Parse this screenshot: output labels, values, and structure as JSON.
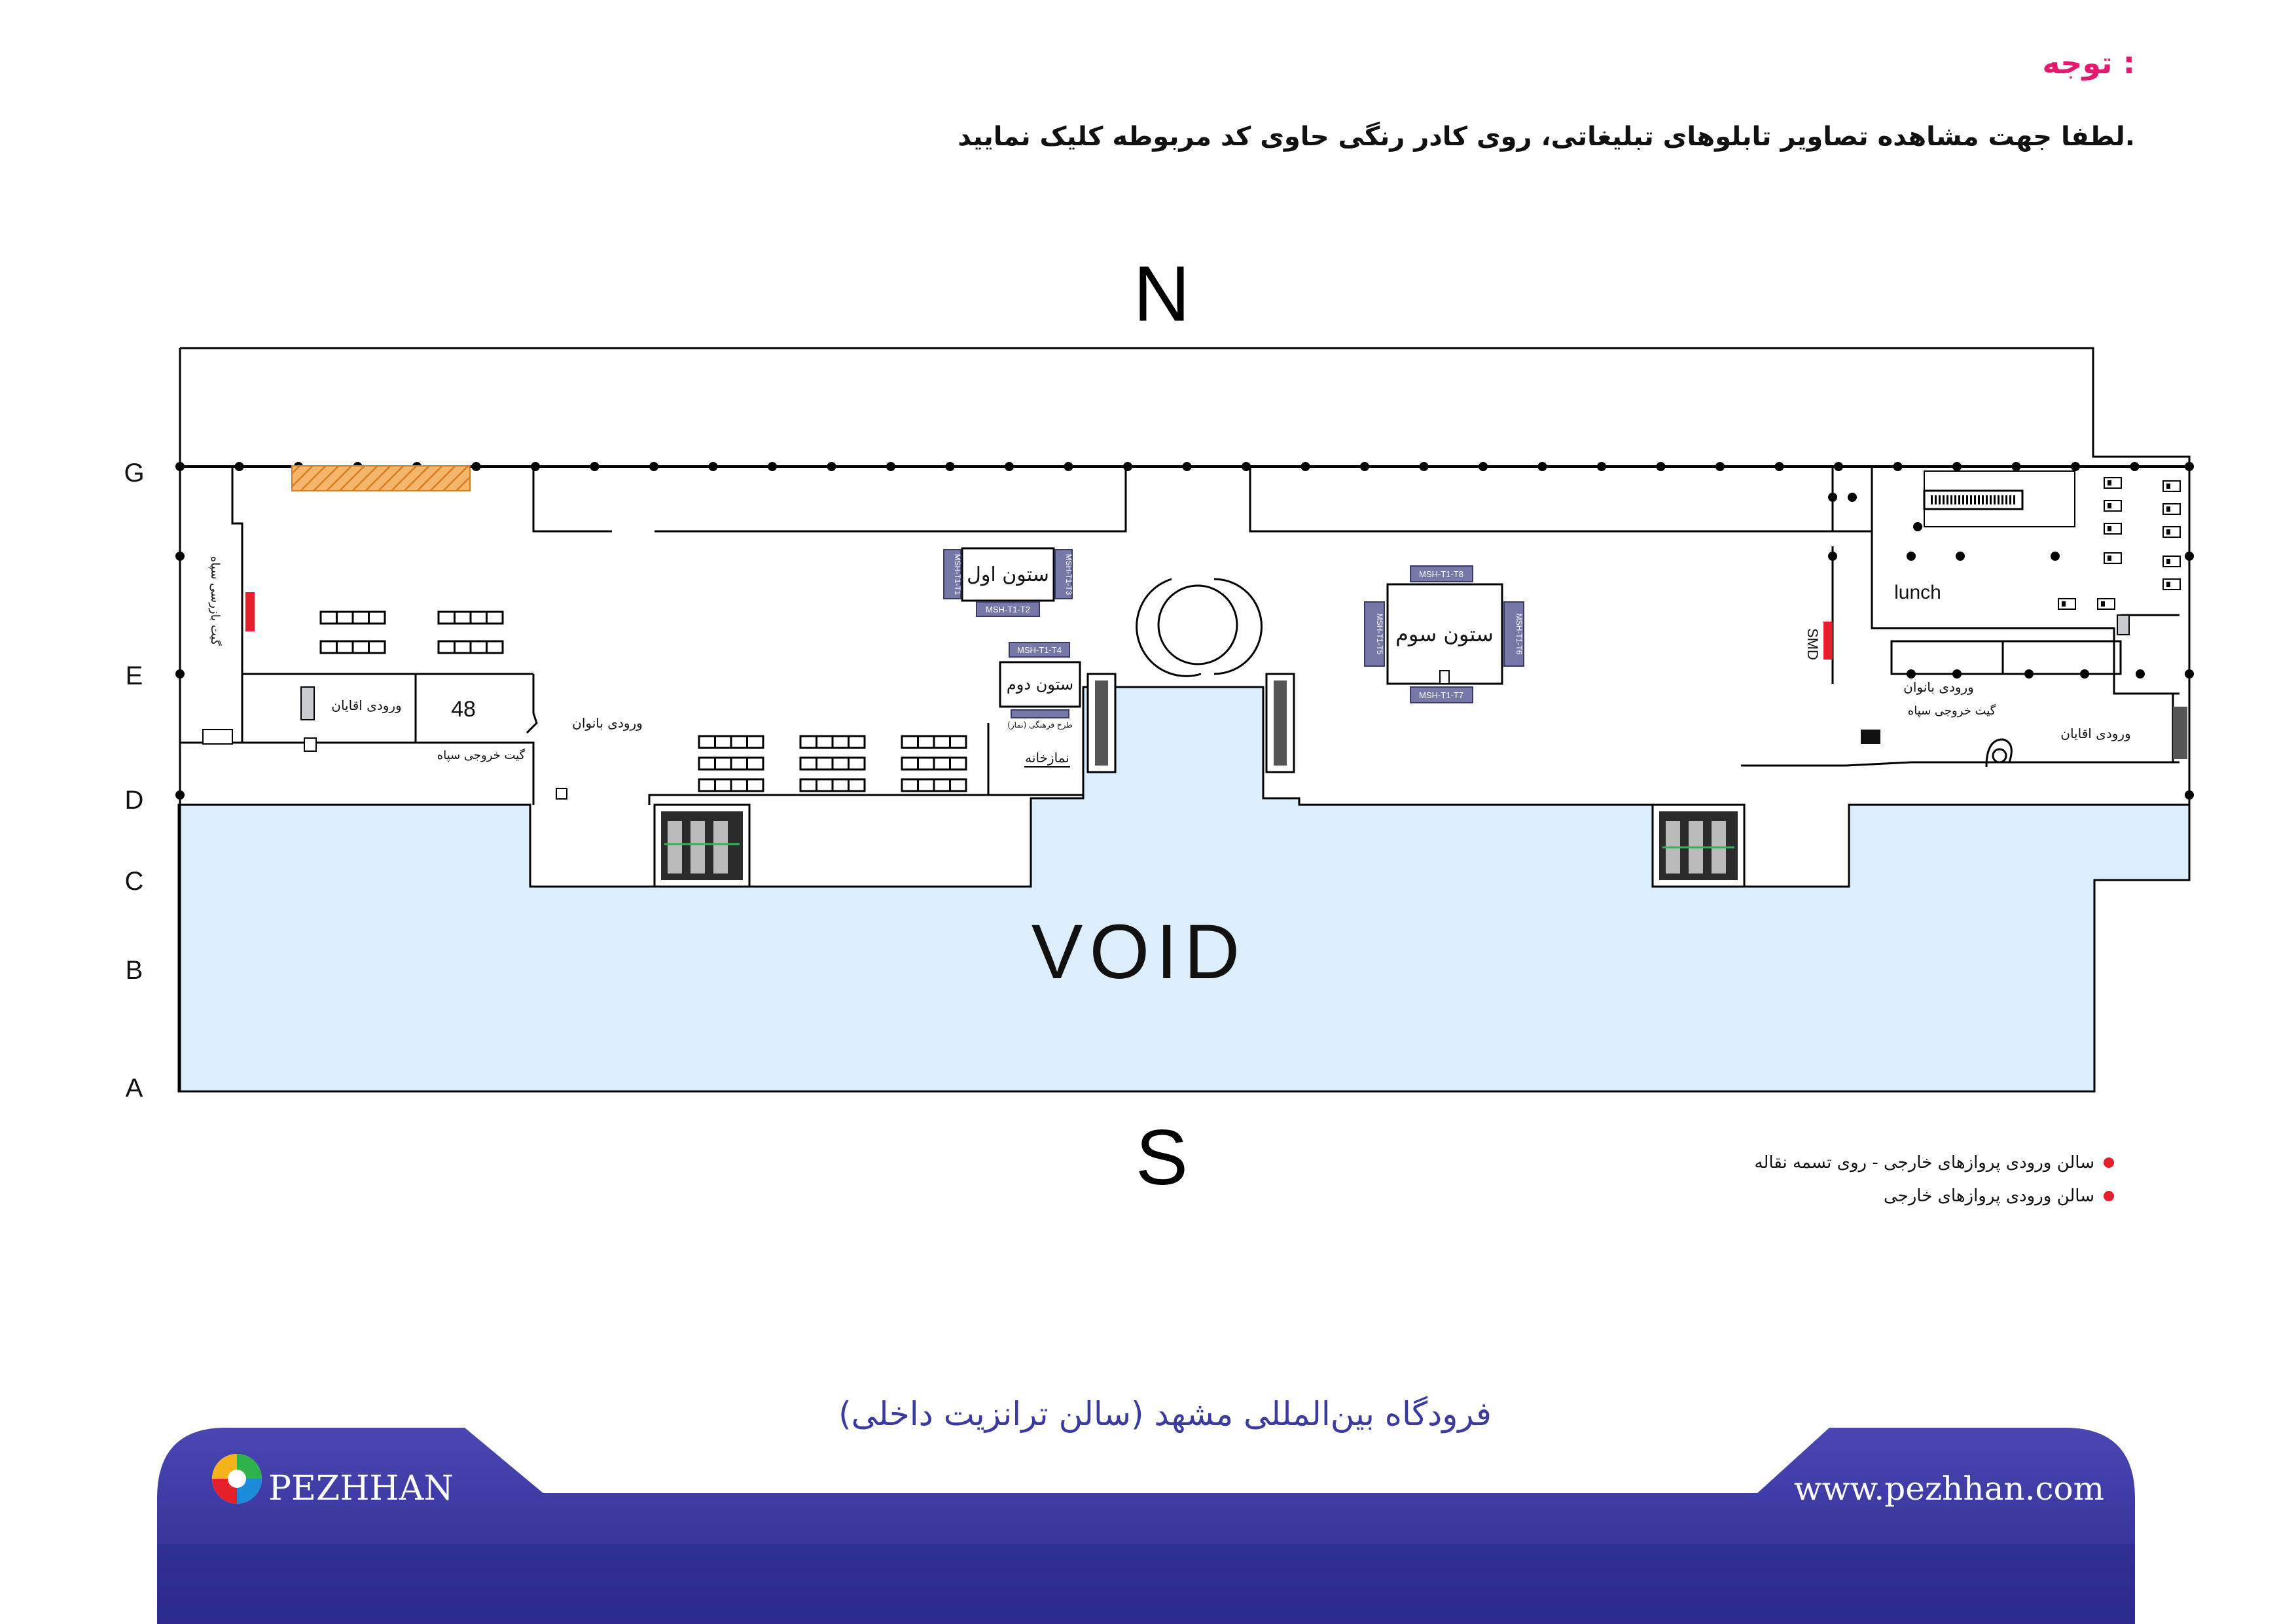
{
  "notice": {
    "title": "توجه :",
    "instruction": "لطفا جهت مشاهده تصاویر تابلوهای تبلیغاتی، روی کادر رنگی حاوی کد مربوطه کلیک نمایید."
  },
  "compass": {
    "north": "N",
    "south": "S"
  },
  "grid_rows": [
    "G",
    "E",
    "D",
    "C",
    "B",
    "A"
  ],
  "void_label": "VOID",
  "columns": {
    "first": "ستون اول",
    "second": "ستون دوم",
    "third": "ستون سوم"
  },
  "ad_codes": {
    "c1_left": "MSH-T1-T1",
    "c1_right": "MSH-T1-T3",
    "c1_bottom": "MSH-T1-T2",
    "c2_top": "MSH-T1-T4",
    "c3_top": "MSH-T1-T8",
    "c3_left": "MSH-T1-T5",
    "c3_right": "MSH-T1-T6",
    "c3_bottom": "MSH-T1-T7"
  },
  "rooms": {
    "gents_entrance_left": "ورودی اقایان",
    "ladies_entrance_left": "ورودی بانوان",
    "exit_gate_left": "گیت خروجی سپاه",
    "room_48": "48",
    "prayer_room": "نمازخانه",
    "cultural_plan": "طرح فرهنگی (نماز)",
    "vertical_label": "گیت بازرسی سپاه",
    "lunch": "lunch",
    "smd": "SMD",
    "ladies_entrance_right": "ورودی بانوان",
    "exit_gate_right": "گیت خروجی سپاه",
    "gents_entrance_right": "ورودی اقایان"
  },
  "legend": [
    {
      "label": "سالن ورودی پروازهای خارجی - روی تسمه نقاله",
      "color": "#e6202a"
    },
    {
      "label": "سالن ورودی پروازهای خارجی",
      "color": "#e6202a"
    }
  ],
  "footer": {
    "caption": "فرودگاه بین‌المللی مشهد (سالن ترانزیت داخلی)",
    "brand": "PEZHHAN",
    "website": "www.pezhhan.com"
  },
  "colors": {
    "title_accent": "#e5176e",
    "void_fill": "#dcedfb",
    "ad_panel": "#7678a8",
    "footer_dark": "#2e2f95",
    "footer_mid": "#3d3aa5",
    "caption": "#3b3aa0",
    "highlight": "#e88a2a"
  }
}
